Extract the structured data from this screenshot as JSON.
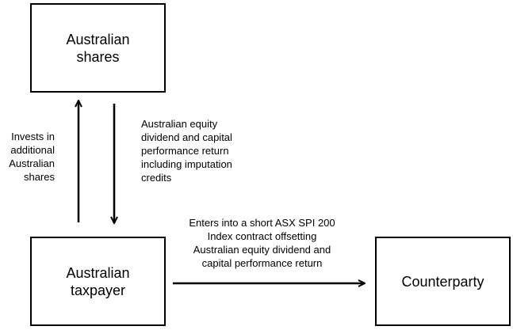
{
  "nodes": {
    "australian_shares": {
      "lines": [
        "Australian",
        "shares"
      ]
    },
    "australian_taxpayer": {
      "lines": [
        "Australian",
        "taxpayer"
      ]
    },
    "counterparty": {
      "lines": [
        "Counterparty"
      ]
    }
  },
  "edges": {
    "invests": {
      "from": "australian_taxpayer",
      "to": "australian_shares",
      "lines": [
        "Invests in",
        "additional",
        "Australian",
        "shares"
      ]
    },
    "equity_return": {
      "from": "australian_shares",
      "to": "australian_taxpayer",
      "lines": [
        "Australian equity",
        "dividend and capital",
        "performance return",
        "including imputation",
        "credits"
      ]
    },
    "short_contract": {
      "from": "australian_taxpayer",
      "to": "counterparty",
      "lines": [
        "Enters into a short ASX SPI 200",
        "Index contract offsetting",
        "Australian equity dividend and",
        "capital performance return"
      ]
    }
  }
}
